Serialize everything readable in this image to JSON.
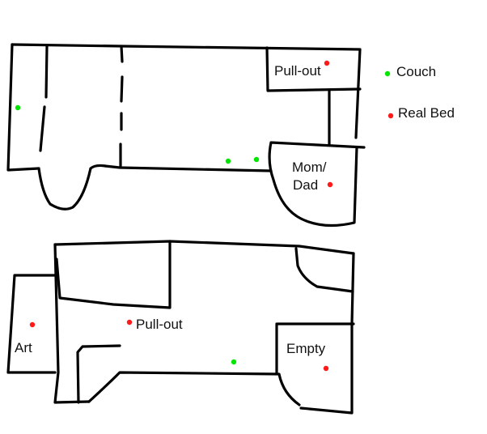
{
  "colors": {
    "couch": "#00e600",
    "real_bed": "#ff1a1a",
    "wall": "#000000"
  },
  "legend": {
    "couch": "Couch",
    "real_bed": "Real Bed"
  },
  "upper_plan": {
    "pullout_label": "Pull-out",
    "master_label_line1": "Mom/",
    "master_label_line2": "Dad"
  },
  "lower_plan": {
    "art_label": "Art",
    "pullout_label": "Pull-out",
    "empty_label": "Empty"
  }
}
